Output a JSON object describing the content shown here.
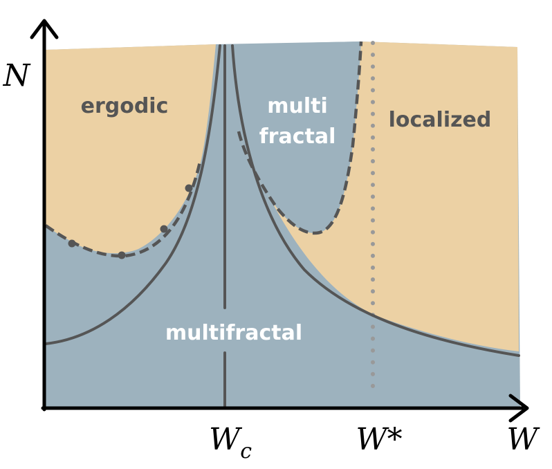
{
  "colors": {
    "ergodic_fill": "#ecd1a4",
    "multifractal_fill": "#9db2be",
    "boundary_line": "#555555",
    "dotted_line": "#999999",
    "axis": "#000000",
    "dark_label": "#555555",
    "light_label": "#ffffff"
  },
  "axes": {
    "y_label": "N",
    "x_label": "W",
    "ticks": [
      {
        "main": "W",
        "sub": "c"
      },
      {
        "main": "W*",
        "sub": ""
      }
    ]
  },
  "regions": {
    "ergodic": "ergodic",
    "localized": "localized",
    "multi_upper_line1": "multi",
    "multi_upper_line2": "fractal",
    "multifractal_lower": "multifractal"
  }
}
